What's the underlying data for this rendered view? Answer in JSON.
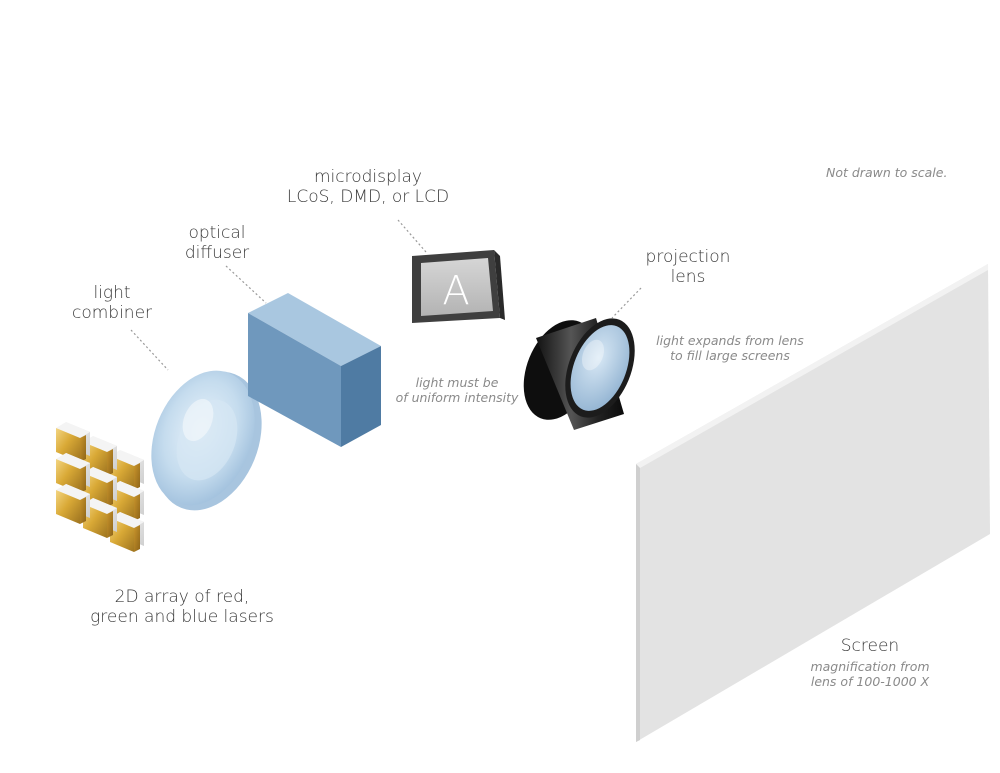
{
  "note_scale": "Not drawn to scale.",
  "labels": {
    "microdisplay": [
      "microdisplay",
      "LCoS, DMD, or LCD"
    ],
    "diffuser": [
      "optical",
      "diffuser"
    ],
    "combiner": [
      "light",
      "combiner"
    ],
    "lasers": [
      "2D array of red,",
      "green and blue lasers"
    ],
    "projection_lens": [
      "projection",
      "lens"
    ],
    "screen": "Screen"
  },
  "notes": {
    "uniform": [
      "light must be",
      "of uniform intensity"
    ],
    "expands": [
      "light expands from lens",
      "to fill large screens"
    ],
    "magnification": [
      "magnification from",
      "lens of 100-1000 X"
    ]
  },
  "display_letter": "A",
  "colors": {
    "laser_gold": "#d9a936",
    "laser_silver": "#e6e6e6",
    "diffuser_front": "#6f98bd",
    "diffuser_top": "#a9c7e0",
    "lens_glass": "#b9d6ec",
    "screen": "#e3e3e3",
    "display_frame": "#3f3f3f",
    "display_face": "#c9c9c9"
  }
}
